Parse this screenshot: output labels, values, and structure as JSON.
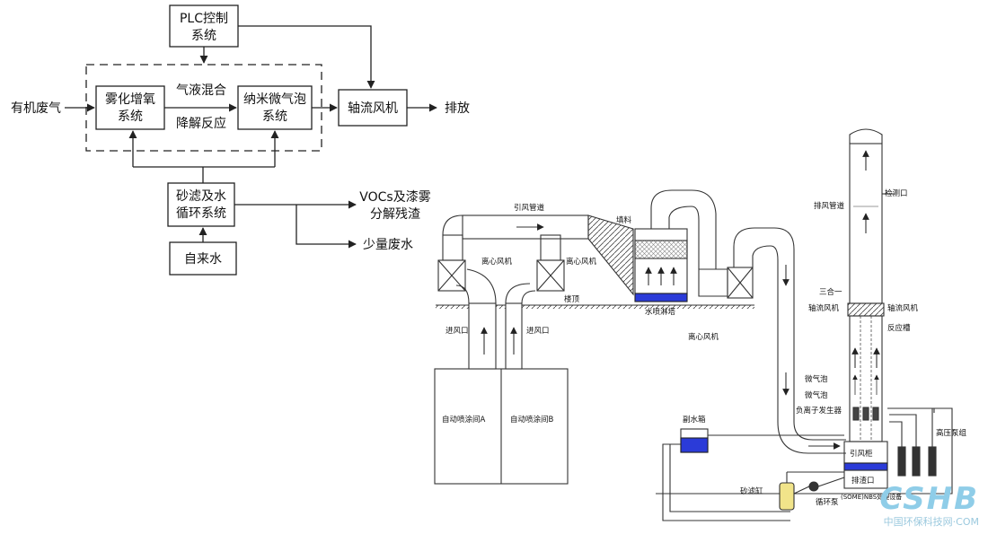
{
  "flow": {
    "plc": [
      "PLC控制",
      "系统"
    ],
    "input": "有机废气",
    "atomize": [
      "雾化增氧",
      "系统"
    ],
    "mix": "气液混合",
    "reaction": "降解反应",
    "nano": [
      "纳米微气泡",
      "系统"
    ],
    "fan": "轴流风机",
    "exhaust": "排放",
    "filter": [
      "砂滤及水",
      "循环系统"
    ],
    "tap": "自来水",
    "out1": [
      "VOCs及漆雾",
      "分解残渣"
    ],
    "out2": "少量废水"
  },
  "plant": {
    "duct": "引风管道",
    "centrifugal_fan": "离心风机",
    "filler": "填料",
    "roof": "楼顶",
    "tower": "水喷淋塔",
    "inlet": "进风口",
    "booth_a": "自动喷涂间A",
    "booth_b": "自动喷涂间B",
    "exhaust_duct": "排风管道",
    "monitor": "检测口",
    "three_in_one": "三合一",
    "axial_fan": "轴流风机",
    "reactor": "反应槽",
    "microbubble": "微气泡",
    "ion": "负离子发生器",
    "pump_group": "高压泵组",
    "water_tank": "副水箱",
    "draw_box": "引风柜",
    "drain": "排渣口",
    "treatment_label": "(SOME)NBS处理设备",
    "sand_tank": "砂滤缸",
    "circ_pump": "循环泵"
  },
  "watermark": {
    "logo": "CSHB",
    "site": "中国环保科技网·COM"
  }
}
